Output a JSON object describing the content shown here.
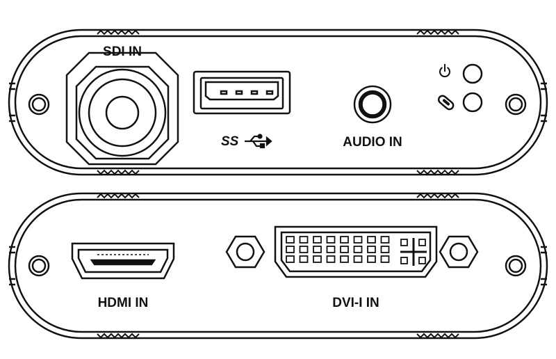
{
  "top_panel": {
    "sdi_label": "SDI IN",
    "usb_logo_text": "SS",
    "audio_label": "AUDIO IN"
  },
  "bottom_panel": {
    "hdmi_label": "HDMI IN",
    "dvi_label": "DVI-I IN"
  },
  "icons": {
    "power": "power-icon",
    "link": "link-icon",
    "usb": "usb-trident-icon"
  },
  "colors": {
    "line": "#111111",
    "background": "#ffffff"
  }
}
